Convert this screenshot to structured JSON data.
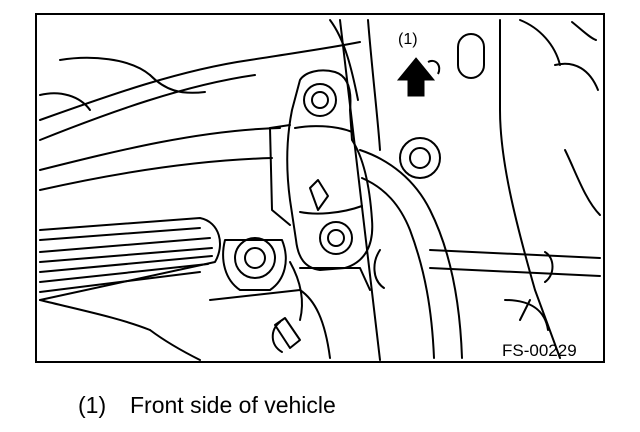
{
  "figure": {
    "callout_marker": "(1)",
    "figure_code": "FS-00229"
  },
  "legend": [
    {
      "number": "(1)",
      "text": "Front side of vehicle"
    }
  ],
  "icons": {
    "direction_arrow": "arrow-up-icon"
  }
}
